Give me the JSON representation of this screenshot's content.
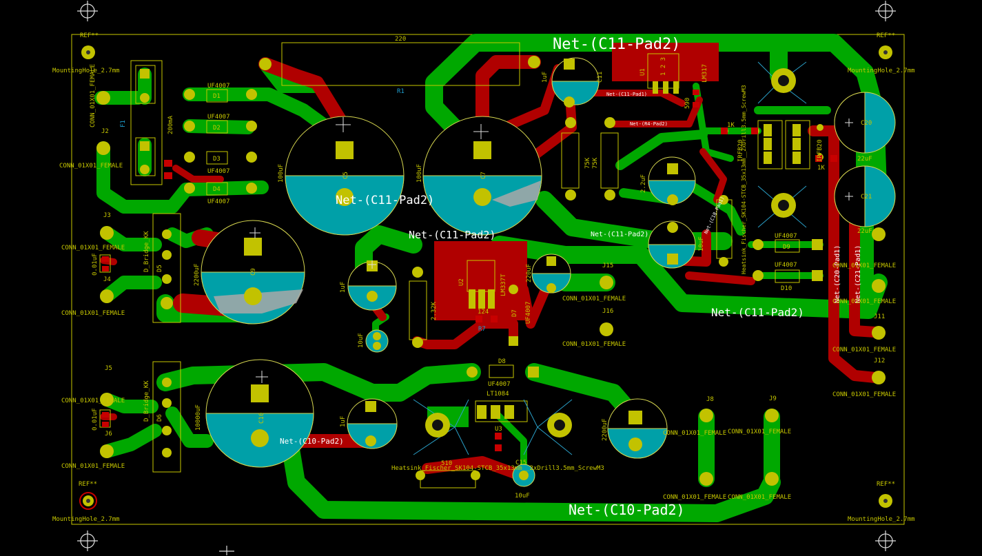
{
  "app": "PCB layout view",
  "net_labels": {
    "c11_top": "Net-(C11-Pad2)",
    "c11_c5": "Net-(C11-Pad2)",
    "c11_mid": "Net-(C11-Pad2)",
    "c11_right": "Net-(C11-Pad2)",
    "c11_small": "Net-(C11-Pad2)",
    "c10_mid": "Net-(C10-Pad2)",
    "c10_bottom": "Net-(C10-Pad2)",
    "c20_pad1": "Net-(C20-Pad1)",
    "c21_pad1": "Net-(C21-Pad1)",
    "c18_pad1": "Net-(C18-Pad1)",
    "r4_pad2": "Net-(R4-Pad2)",
    "c11_pad1": "Net-(C11-Pad1)"
  },
  "silkscreen": {
    "mh_tl": "MountingHole_2.7mm",
    "mh_tr": "MountingHole_2.7mm",
    "mh_bl": "MountingHole_2.7mm",
    "mh_br": "MountingHole_2.7mm",
    "ref_tl": "REF**",
    "ref_tr": "REF**",
    "ref_bl": "REF**",
    "ref_br": "REF**",
    "conn_j1": "CONN_01X01_FEMALE",
    "j2": "J2",
    "conn_j2": "CONN_01X01_FEMALE",
    "j3": "J3",
    "conn_j3": "CONN_01X01_FEMALE",
    "j4": "J4",
    "conn_j4": "CONN_01X01_FEMALE",
    "j5": "J5",
    "conn_j5": "CONN_01X01_FEMALE",
    "j6": "J6",
    "conn_j6": "CONN_01X01_FEMALE",
    "f1": "F1",
    "f1_val": "200mA",
    "r1_val": "220",
    "r1": "R1",
    "d1": "D1",
    "d1_val": "UF4007",
    "d2": "D2",
    "d2_val": "UF4007",
    "d3": "D3",
    "d3_val": "UF4007",
    "d4": "D4",
    "d4_val": "UF4007",
    "c5": "C5",
    "c5_val": "100uF",
    "c7": "C7",
    "c7_val": "100uF",
    "c9": "C9",
    "c9_val": "2200uF",
    "c10": "C10",
    "c10_val": "10000uF",
    "c11": "C11",
    "c11_val": "1uF",
    "c12_val": "1uF",
    "c13_val": "1uF",
    "c14_val": "10uF",
    "c15": "C15",
    "c15_val": "10uF",
    "c16_val": "2.2uF",
    "c17_val": "220uF",
    "c18_val": "10uF",
    "c19_val": "2200uF",
    "c20": "C20",
    "c20_val": "22uF",
    "c21": "C21",
    "c21_val": "22uF",
    "c2_val": "0.01uF",
    "c3_val": "0.01uF",
    "u1": "U1",
    "u1_val": "LM317",
    "u1_pins": "1 2 3",
    "u2": "U2",
    "u2_val": "LM337T",
    "u3": "U3",
    "u3_val": "LT1084",
    "r2_val": "2.32K",
    "r3_val": "1K",
    "r4_val": "1K",
    "r5_val": "75K",
    "r6_val": "75K",
    "r7": "R7",
    "r7_val": "124",
    "r8_val": "510",
    "r590": "590",
    "d5": "D5",
    "d5_type": "D_Bridge_KK",
    "d6": "D6",
    "d6_type": "D_Bridge_KK",
    "d7": "D7",
    "d7_val": "UF4007",
    "d8": "D8",
    "d8_val": "UF4007",
    "d9": "D9",
    "d9_val": "UF4007",
    "d10": "D10",
    "d10_val": "UF4007",
    "j8": "J8",
    "conn_j8": "CONN_01X01_FEMALE",
    "j9": "J9",
    "conn_j9": "CONN_01X01_FEMALE",
    "conn_j10": "CONN_01X01_FEMALE",
    "conn_j7": "CONN_01X01_FEMALE",
    "j11": "J11",
    "conn_j11": "CONN_01X01_FEMALE",
    "j12": "J12",
    "conn_j12": "CONN_01X01_FEMALE",
    "conn_j13": "CONN_01X01_FEMALE",
    "conn_j14": "CONN_01X01_FEMALE",
    "j15": "J15",
    "conn_j15": "CONN_01X01_FEMALE",
    "j16": "J16",
    "conn_j16": "CONN_01X01_FEMALE",
    "hs_bottom": "Heatsink_Fischer_SK104-STCB_35x13mm__2xDrill3.5mm_ScrewM3",
    "hs_right": "Heatsink_Fischer_SK104-STCB_35x13mm__2xDrill3.5mm_ScrewM3",
    "irfb20_a": "IRFB20",
    "irfb20_b": "IRFB20",
    "hole_num": "1"
  },
  "colors": {
    "background": "#000000",
    "front_copper": "#c80000",
    "back_copper": "#00a800",
    "silkscreen": "#c8c800",
    "pad_fill": "#c2c200",
    "cap_fill": "#00a0a8",
    "ref_text": "#1e9fd0"
  }
}
